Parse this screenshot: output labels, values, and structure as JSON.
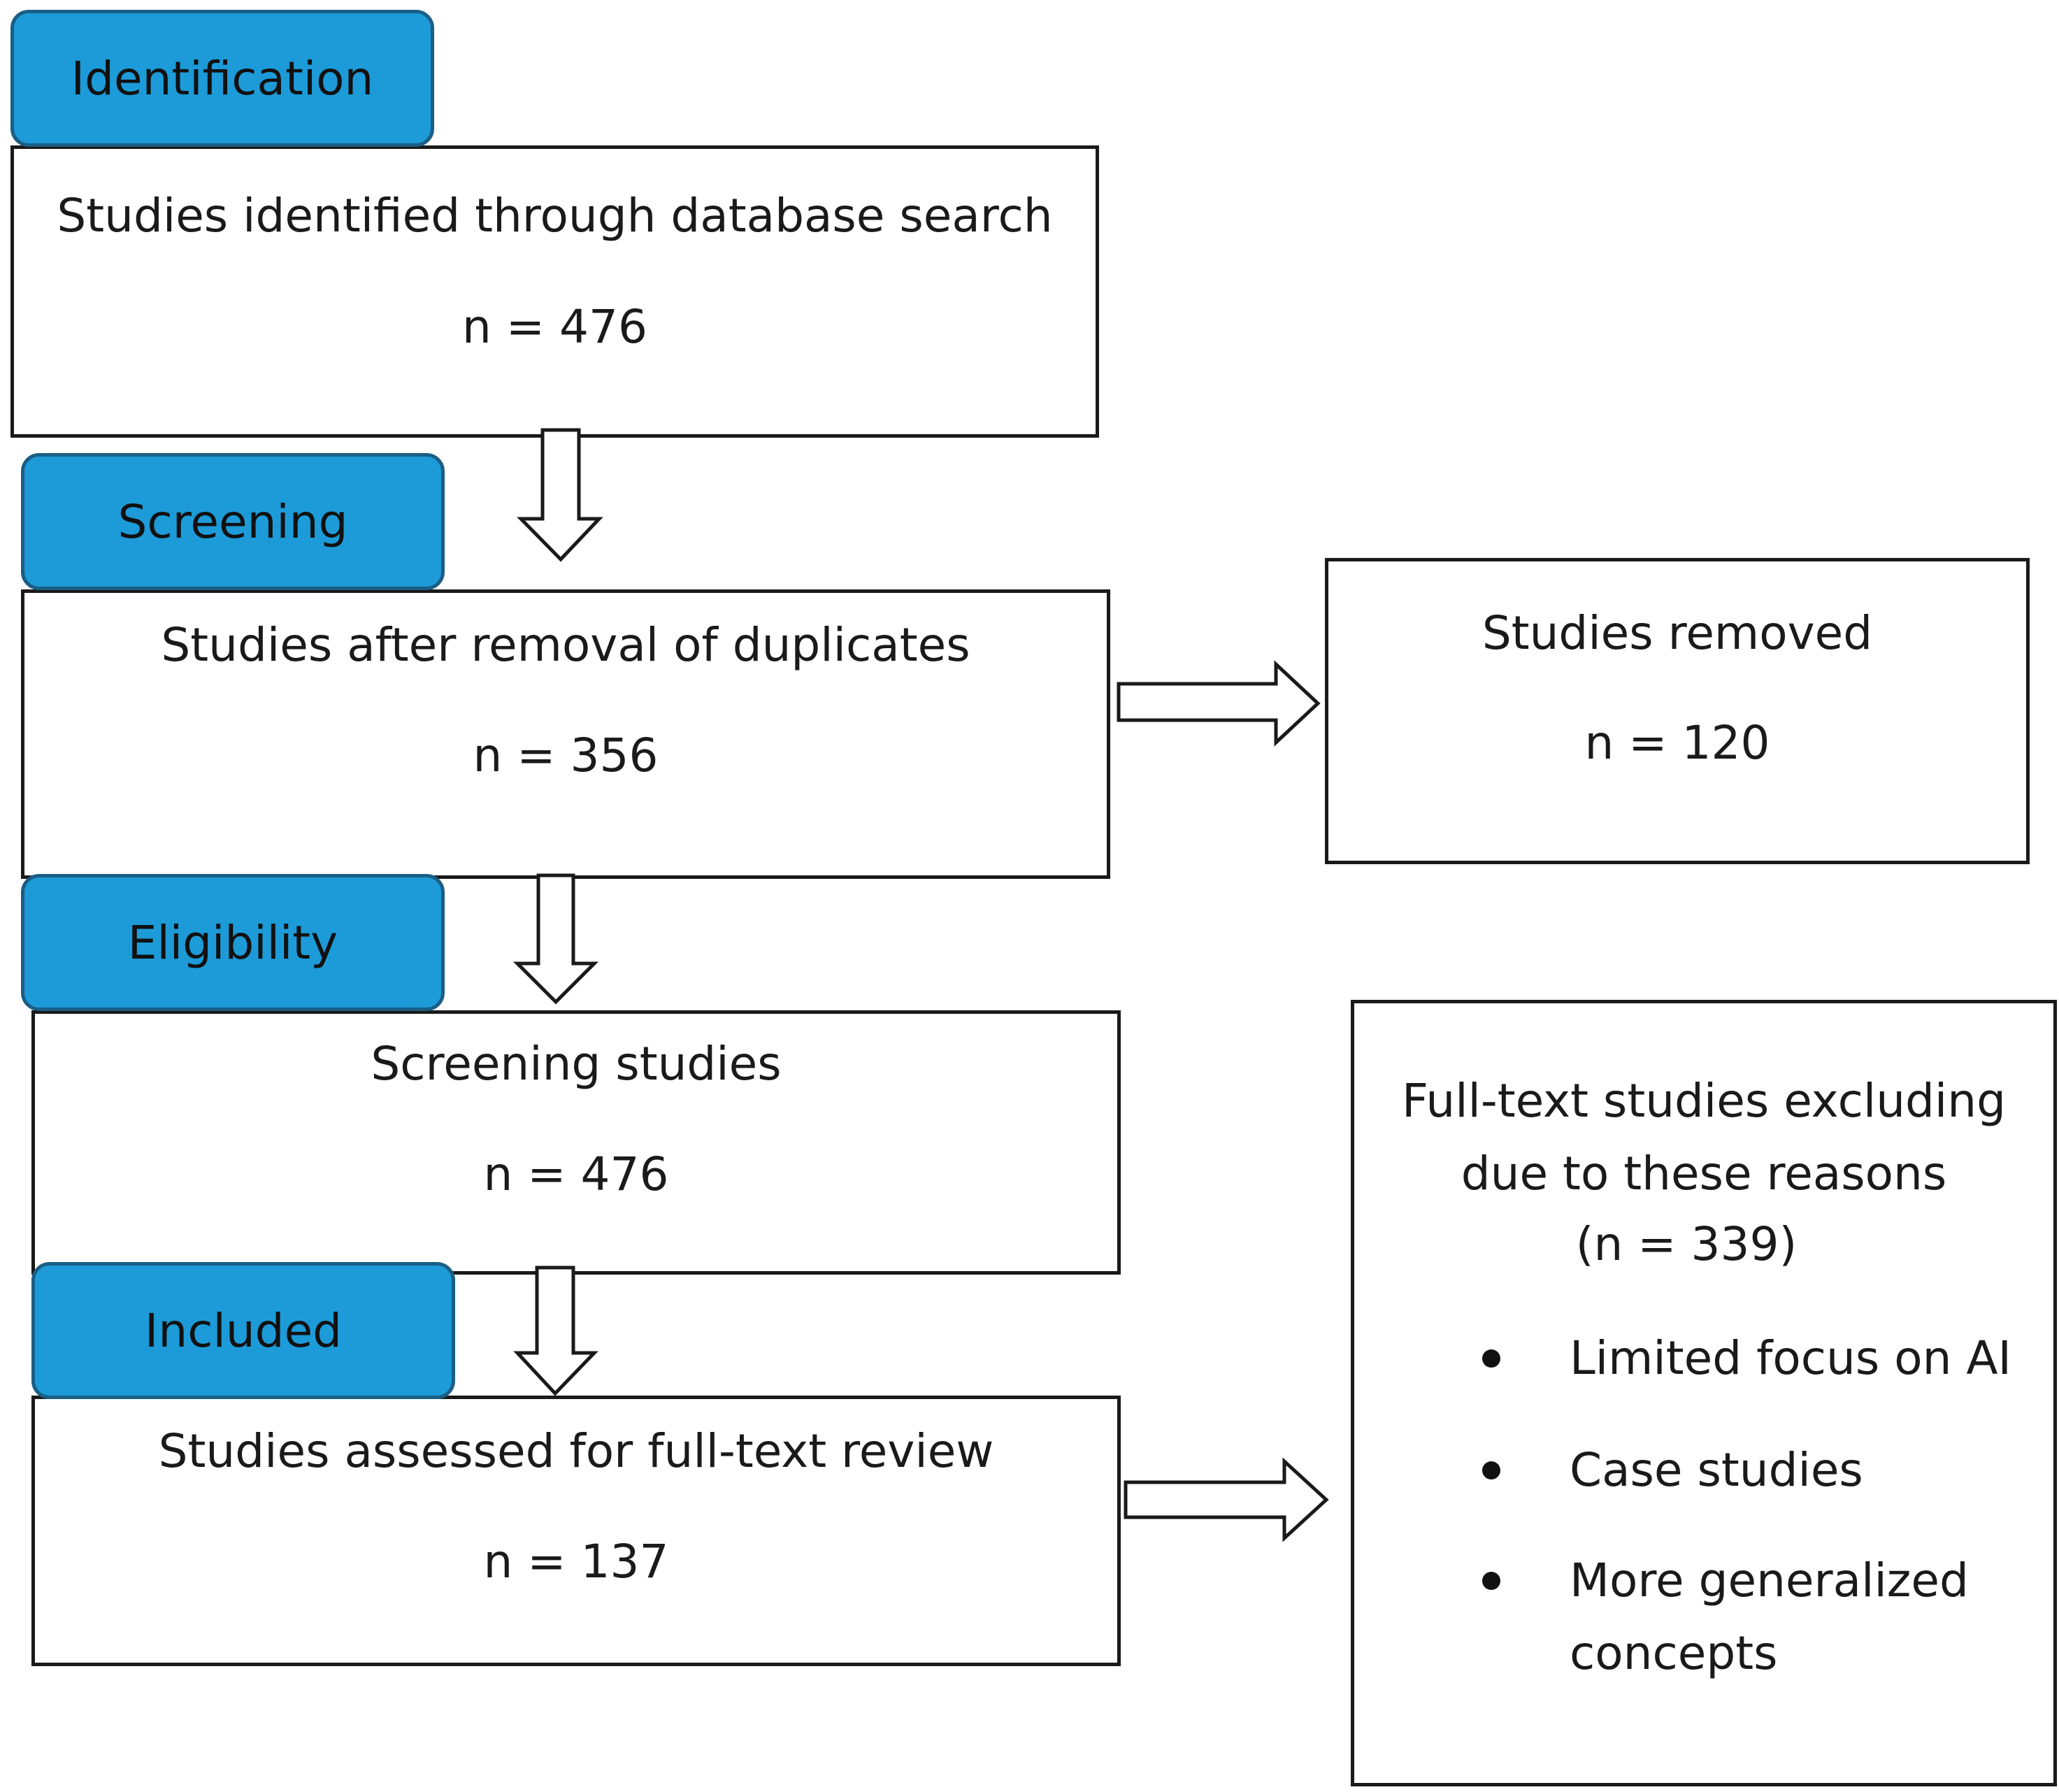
{
  "stages": {
    "identification": "Identification",
    "screening": "Screening",
    "eligibility": "Eligibility",
    "included": "Included"
  },
  "boxes": {
    "identified": {
      "title": "Studies identified through database search",
      "count": "n = 476"
    },
    "after_duplicates": {
      "title": "Studies after removal of duplicates",
      "count": "n = 356"
    },
    "removed": {
      "title": "Studies removed",
      "count": "n = 120"
    },
    "screening": {
      "title": "Screening studies",
      "count": "n = 476"
    },
    "assessed": {
      "title": "Studies assessed for full-text review",
      "count": "n = 137"
    },
    "excluded": {
      "title_line1": "Full-text studies excluding",
      "title_line2": "due to these reasons",
      "count": "(n = 339)",
      "reasons": [
        "Limited focus on AI",
        "Case studies",
        "More generalized",
        "concepts"
      ]
    }
  },
  "colors": {
    "stage_fill": "#1d9bd8",
    "stage_border": "#1a5e85",
    "box_border": "#1a1a1a"
  }
}
